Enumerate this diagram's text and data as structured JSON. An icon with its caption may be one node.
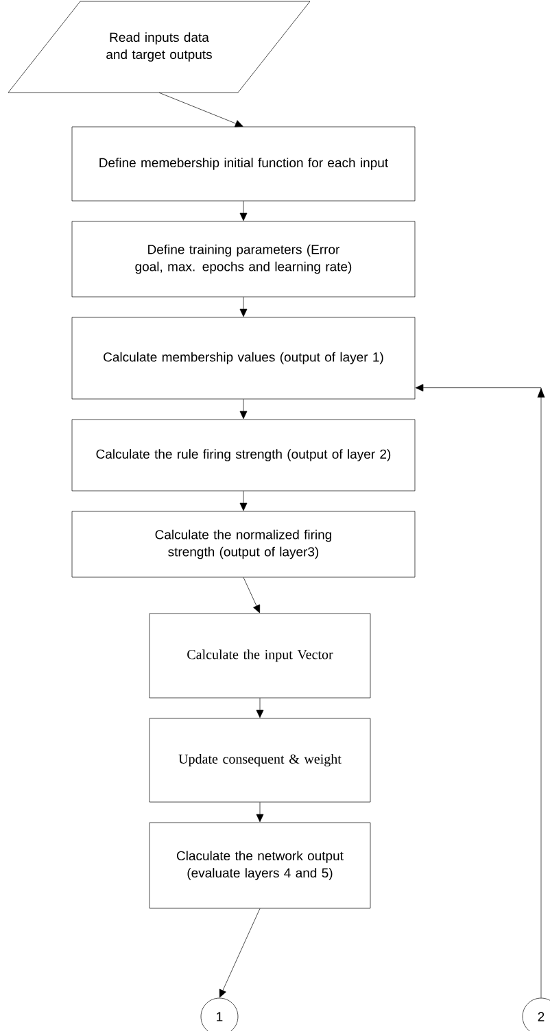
{
  "diagram": {
    "nodes": [
      {
        "text": [
          "Read inputs data and target outputs"
        ]
      },
      {
        "text": [
          "Define memebership initial function for each input"
        ]
      },
      {
        "text": [
          "Define training parameters (Error goal, max. epochs and learning rate)"
        ]
      },
      {
        "text": [
          "Calculate membership values (output of layer 1)"
        ]
      },
      {
        "text": [
          "Calculate the rule firing strength (output of layer 2)"
        ]
      },
      {
        "text": [
          "Calculate the normalized firing strength (output of layer3)"
        ]
      },
      {
        "text": [
          "Calculate the input Vector"
        ]
      },
      {
        "text": [
          "Update consequent & weight"
        ]
      },
      {
        "text": [
          "Claculate the network output (evaluate layers 4 and 5)"
        ]
      },
      {
        "text": [
          "1"
        ]
      },
      {
        "text": [
          "2"
        ]
      }
    ],
    "edges": [
      {
        "from": 0,
        "to": 1,
        "arrow": "to"
      },
      {
        "from": 1,
        "to": 2,
        "arrow": "to"
      },
      {
        "from": 2,
        "to": 3,
        "arrow": "to"
      },
      {
        "from": 3,
        "to": 4,
        "arrow": "to"
      },
      {
        "from": 4,
        "to": 5,
        "arrow": "to"
      },
      {
        "from": 5,
        "to": 6,
        "arrow": "to"
      },
      {
        "from": 6,
        "to": 7,
        "arrow": "to"
      },
      {
        "from": 7,
        "to": 8,
        "arrow": "to"
      },
      {
        "from": 8,
        "to": 9,
        "arrow": "to"
      },
      {
        "from": 10,
        "to": 3,
        "arrow": "to"
      }
    ]
  }
}
